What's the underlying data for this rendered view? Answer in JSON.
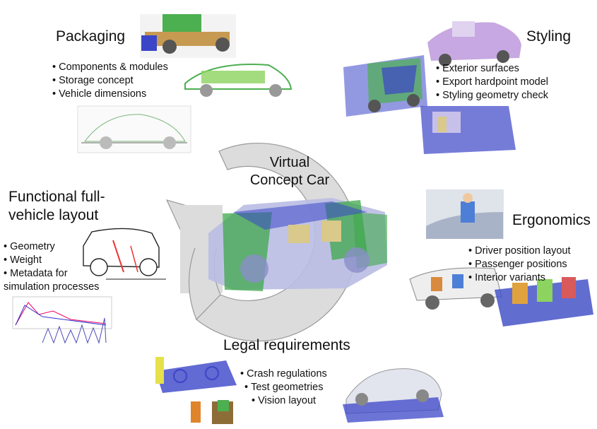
{
  "center": {
    "line1": "Virtual",
    "line2": "Concept Car"
  },
  "sections": {
    "packaging": {
      "title": "Packaging",
      "items": [
        "Components & modules",
        "Storage concept",
        "Vehicle dimensions"
      ]
    },
    "styling": {
      "title": "Styling",
      "items": [
        "Exterior surfaces",
        "Export hardpoint model",
        "Styling geometry check"
      ]
    },
    "functional": {
      "title_line1": "Functional full-",
      "title_line2": "vehicle layout",
      "items": [
        "Geometry",
        "Weight",
        "Metadata for",
        "simulation processes"
      ]
    },
    "ergonomics": {
      "title": "Ergonomics",
      "items": [
        "Driver position layout",
        "Passenger positions",
        "Interior variants"
      ]
    },
    "legal": {
      "title": "Legal requirements",
      "items": [
        "Crash regulations",
        "Test geometries",
        "Vision layout"
      ]
    }
  },
  "colors": {
    "arrow_fill": "#dcdcdc",
    "arrow_stroke": "#9a9a9a",
    "model_blue": "#3b45c8",
    "model_green": "#4caf50"
  }
}
